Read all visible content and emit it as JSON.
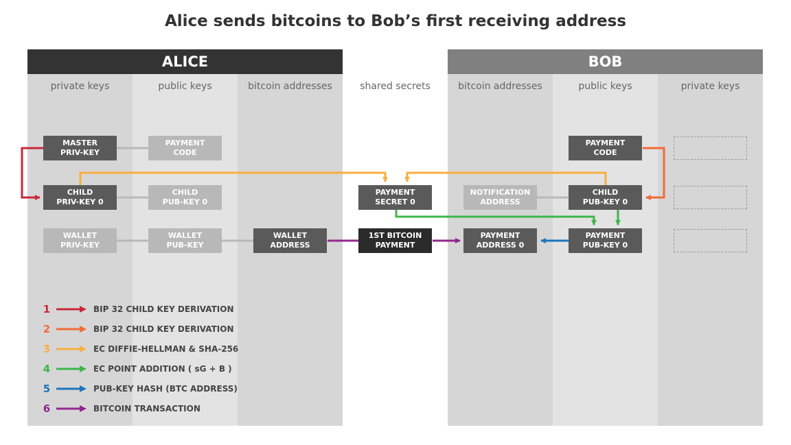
{
  "title": "Alice sends bitcoins to Bob’s first receiving address",
  "alice": {
    "header": "ALICE",
    "columns": [
      "private keys",
      "public keys",
      "bitcoin addresses"
    ],
    "boxes": {
      "master_priv_key": [
        "MASTER",
        "PRIV-KEY"
      ],
      "payment_code": [
        "PAYMENT",
        "CODE"
      ],
      "child_priv_key": [
        "CHILD",
        "PRIV-KEY 0"
      ],
      "child_pub_key": [
        "CHILD",
        "PUB-KEY 0"
      ],
      "wallet_priv_key": [
        "WALLET",
        "PRIV-KEY"
      ],
      "wallet_pub_key": [
        "WALLET",
        "PUB-KEY"
      ],
      "wallet_address": [
        "WALLET",
        "ADDRESS"
      ]
    }
  },
  "shared": {
    "column": "shared secrets",
    "payment_secret": [
      "PAYMENT",
      "SECRET 0"
    ],
    "first_payment": [
      "1ST BITCOIN",
      "PAYMENT"
    ]
  },
  "bob": {
    "header": "BOB",
    "columns": [
      "bitcoin addresses",
      "public keys",
      "private keys"
    ],
    "boxes": {
      "payment_code": [
        "PAYMENT",
        "CODE"
      ],
      "notification_address": [
        "NOTIFICATION",
        "ADDRESS"
      ],
      "child_pub_key": [
        "CHILD",
        "PUB-KEY 0"
      ],
      "payment_address": [
        "PAYMENT",
        "ADDRESS 0"
      ],
      "payment_pub_key": [
        "PAYMENT",
        "PUB-KEY 0"
      ]
    }
  },
  "colors": {
    "red": "#c8283a",
    "orange": "#f26a35",
    "yellow": "#f9ae41",
    "green": "#3db54a",
    "blue": "#1c75bc",
    "purple": "#92278f",
    "connector_gray": "#b8b8b8"
  },
  "legend": [
    {
      "num": "1",
      "color": "#c8283a",
      "text": "BIP 32 CHILD KEY DERIVATION"
    },
    {
      "num": "2",
      "color": "#f26a35",
      "text": "BIP 32 CHILD KEY DERIVATION"
    },
    {
      "num": "3",
      "color": "#f9ae41",
      "text": "EC DIFFIE-HELLMAN & SHA-256"
    },
    {
      "num": "4",
      "color": "#3db54a",
      "text": "EC POINT ADDITION ( sG + B )"
    },
    {
      "num": "5",
      "color": "#1c75bc",
      "text": "PUB-KEY HASH (BTC ADDRESS)"
    },
    {
      "num": "6",
      "color": "#92278f",
      "text": "BITCOIN TRANSACTION"
    }
  ]
}
